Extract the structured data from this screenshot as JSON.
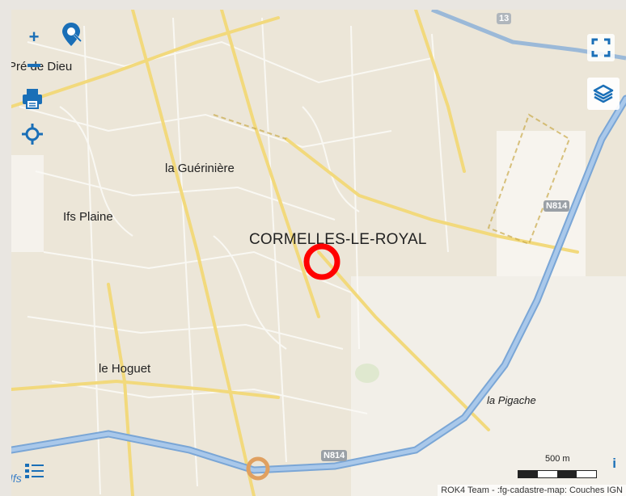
{
  "map": {
    "labels": {
      "pre_dieu": "Pré de Dieu",
      "la_gueriniere": "la Guérinière",
      "ifs_plaine": "Ifs Plaine",
      "cormelles": "CORMELLES-LE-ROYAL",
      "le_hoguet": "le Hoguet",
      "la_pigache": "la Pigache",
      "ifs": "Ifs"
    },
    "road_shields": {
      "n814_east": "N814",
      "n814_south": "N814",
      "d13": "13"
    },
    "scale_label": "500 m",
    "attribution": "ROK4 Team - :fg-cadastre-map: Couches IGN",
    "info_label": "i"
  },
  "controls": {
    "zoom_in": "+",
    "icons": [
      "zoom-in-icon",
      "search-location-icon",
      "zoom-out-icon",
      "print-icon",
      "locate-icon",
      "fullscreen-icon",
      "layers-icon",
      "legend-icon"
    ]
  },
  "colors": {
    "marker": "#ff0000",
    "major_road": "#f2d97c",
    "motorway": "#8ab4e0",
    "controls": "#1a6fb7"
  }
}
